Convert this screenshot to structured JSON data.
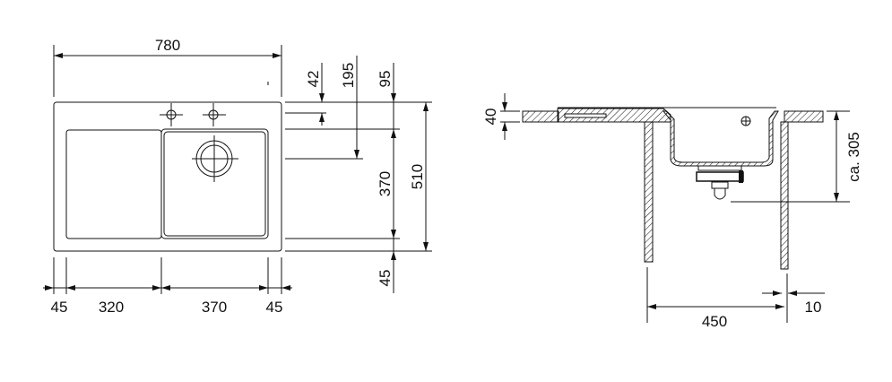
{
  "plan_view": {
    "overall_width": "780",
    "overall_depth": "510",
    "tap_hole_offset": "42",
    "drain_offset": "195",
    "bowl_offset": "95",
    "bowl_length": "370",
    "front_margin": "45",
    "bottom_dims": [
      "45",
      "320",
      "370",
      "45"
    ]
  },
  "section_view": {
    "worktop_thickness": "40",
    "depth": "ca. 305",
    "cabinet_width": "450",
    "wall_thickness": "10"
  }
}
